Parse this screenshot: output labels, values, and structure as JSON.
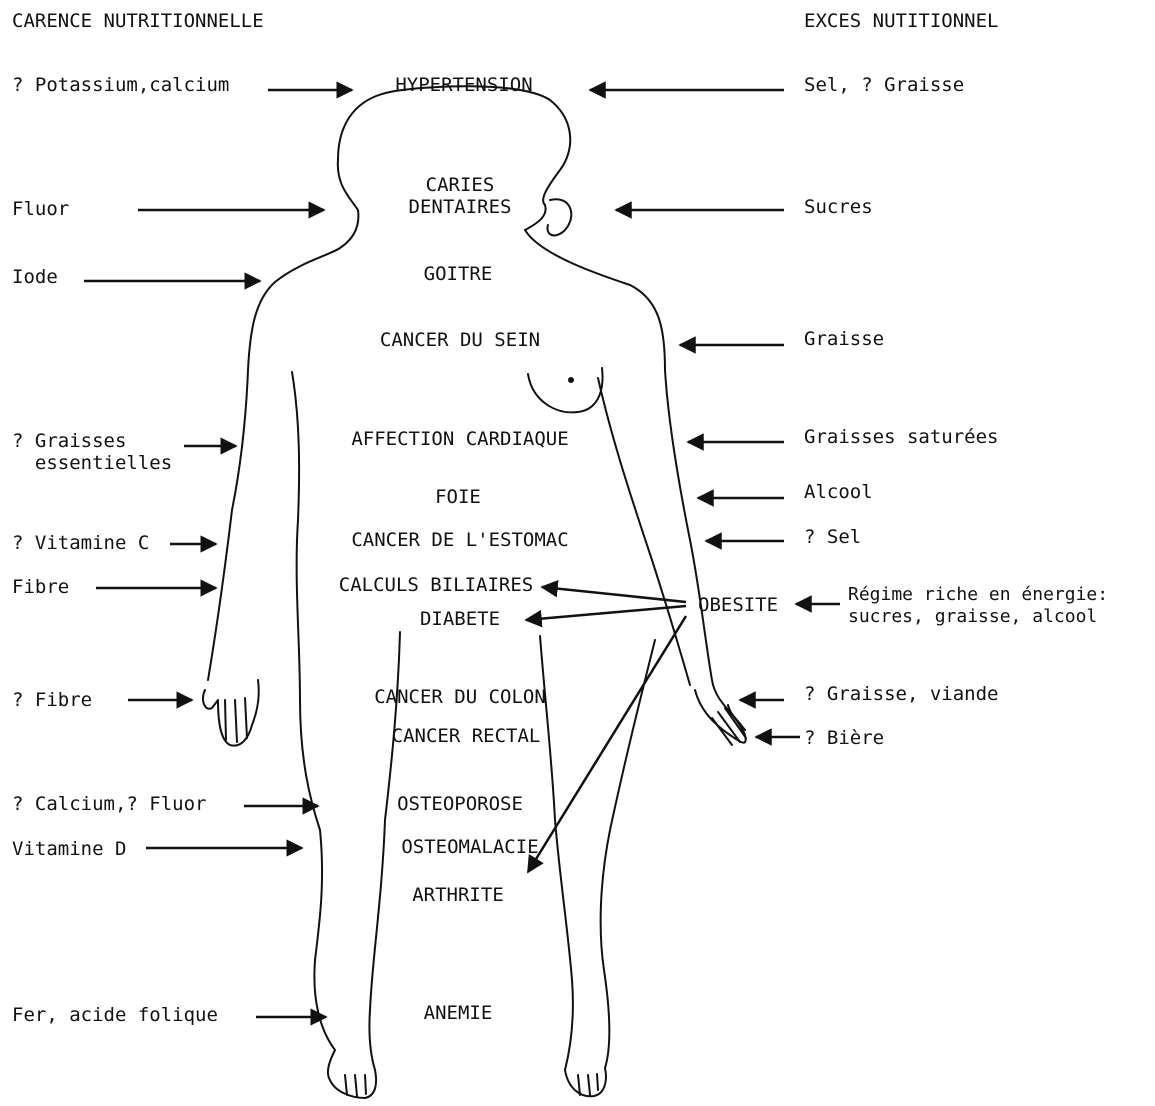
{
  "headers": {
    "deficiency": "CARENCE NUTRITIONNELLE",
    "excess": "EXCES NUTITIONNEL"
  },
  "diseases": {
    "hypertension": "HYPERTENSION",
    "caries": "CARIES\nDENTAIRES",
    "goitre": "GOITRE",
    "breast_cancer": "CANCER DU SEIN",
    "cardiac": "AFFECTION CARDIAQUE",
    "liver": "FOIE",
    "stomach_cancer": "CANCER DE L'ESTOMAC",
    "gallstones": "CALCULS BILIAIRES",
    "diabetes": "DIABETE",
    "colon_cancer": "CANCER DU COLON",
    "rectal_cancer": "CANCER RECTAL",
    "osteoporosis": "OSTEOPOROSE",
    "osteomalacia": "OSTEOMALACIE",
    "arthritis": "ARTHRITE",
    "anemia": "ANEMIE",
    "obesity": "OBESITE"
  },
  "deficiencies": {
    "potassium_calcium": "? Potassium,calcium",
    "fluor": "Fluor",
    "iode": "Iode",
    "essential_fats": "? Graisses\n  essentielles",
    "vitamin_c": "? Vitamine C",
    "fibre": "Fibre",
    "fibre_q": "? Fibre",
    "calcium_fluor": "? Calcium,? Fluor",
    "vitamin_d": "Vitamine D",
    "iron_folic": "Fer, acide folique"
  },
  "excesses": {
    "salt_fat": "Sel, ? Graisse",
    "sugars": "Sucres",
    "fat": "Graisse",
    "saturated_fats": "Graisses saturées",
    "alcohol": "Alcool",
    "salt_q": "? Sel",
    "energy_diet": "Régime riche en énergie:\nsucres, graisse, alcool",
    "fat_meat": "? Graisse, viande",
    "beer": "? Bière"
  }
}
